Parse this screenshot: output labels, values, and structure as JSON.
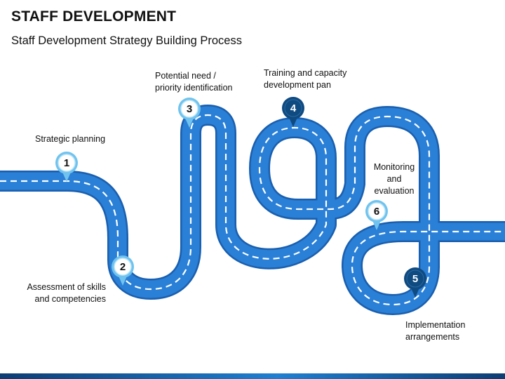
{
  "title": "STAFF DEVELOPMENT",
  "subtitle": "Staff Development Strategy Building Process",
  "colors": {
    "road": "#2a7fd6",
    "road_edge": "#1a5fae",
    "pin_light": "#6fc3ee",
    "pin_light_ring": "#bfe6f8",
    "pin_dark": "#0f4a80",
    "pin_dark_ring": "#164f86",
    "bar_dark": "#0d3d73",
    "bar_light": "#1f7fd0"
  },
  "steps": [
    {
      "number": "1",
      "lines": [
        "Strategic planning"
      ],
      "style": "light"
    },
    {
      "number": "2",
      "lines": [
        "Assessment of skills",
        "and competencies"
      ],
      "style": "light"
    },
    {
      "number": "3",
      "lines": [
        "Potential need /",
        "priority identification"
      ],
      "style": "light"
    },
    {
      "number": "4",
      "lines": [
        "Training and capacity",
        "development pan"
      ],
      "style": "dark"
    },
    {
      "number": "5",
      "lines": [
        "Implementation",
        "arrangements"
      ],
      "style": "dark"
    },
    {
      "number": "6",
      "lines": [
        "Monitoring",
        "and",
        "evaluation"
      ],
      "style": "light"
    }
  ]
}
